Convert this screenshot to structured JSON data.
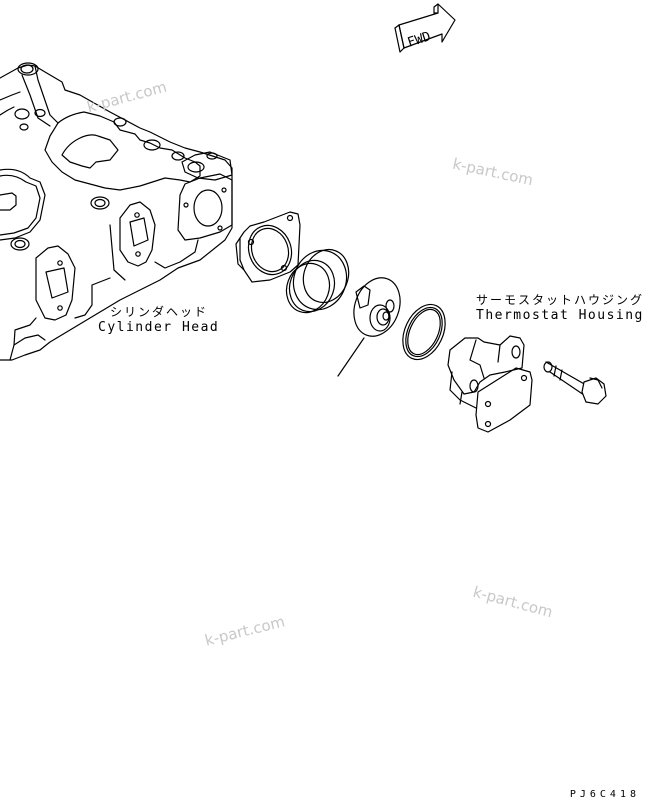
{
  "diagram": {
    "type": "exploded parts diagram",
    "drawing_code": "PJ6C418",
    "direction_marker": {
      "label": "FWD",
      "icon": "forward-arrow"
    },
    "labels": {
      "cylinder_head": {
        "jp": "シリンダヘッド",
        "en": "Cylinder Head"
      },
      "thermostat_housing": {
        "jp": "サーモスタットハウジング",
        "en": "Thermostat Housing"
      }
    },
    "parts": [
      {
        "name": "cylinder-head"
      },
      {
        "name": "gasket"
      },
      {
        "name": "thermostat-seal"
      },
      {
        "name": "thermostat"
      },
      {
        "name": "o-ring"
      },
      {
        "name": "thermostat-housing"
      },
      {
        "name": "flange-bolt"
      }
    ],
    "watermarks": [
      "k-part.com",
      "k-part.com",
      "k-part.com",
      "k-part.com"
    ]
  }
}
